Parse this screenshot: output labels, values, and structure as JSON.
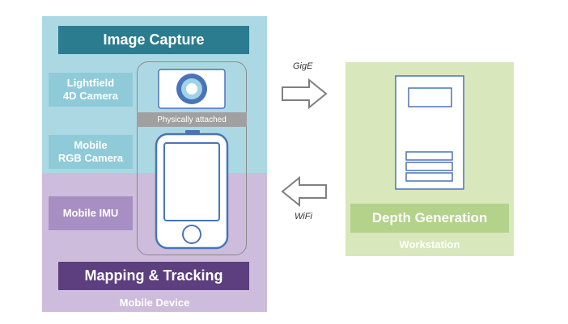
{
  "colors": {
    "capture_bg": "#acd8e4",
    "mapping_bg": "#cdbcdb",
    "capture_title_bg": "#2b7c8e",
    "mapping_title_bg": "#5d3e7e",
    "capture_label_bg": "#8fcad9",
    "mapping_label_bg": "#a88fc3",
    "attached_bg": "#a0a0a0",
    "device_blue": "#4a74b8",
    "camera_fill": "#9fd3e6",
    "screen_fill": "#ffffff",
    "workstation_bg": "#d8e8bc",
    "depth_bar_bg": "#b4d28a",
    "arrow_stroke": "#7f7f7f"
  },
  "left_column": {
    "capture_title": "Image Capture",
    "lightfield_label": "Lightfield\n4D Camera",
    "rgb_label": "Mobile\nRGB Camera",
    "imu_label": "Mobile IMU",
    "attached_label": "Physically attached",
    "mapping_title": "Mapping & Tracking",
    "device_label": "Mobile Device"
  },
  "arrows": {
    "top_label": "GigE",
    "bottom_label": "WiFi"
  },
  "workstation": {
    "depth_title": "Depth Generation",
    "footer_label": "Workstation"
  },
  "icons": {
    "camera": "lightfield-camera-icon",
    "phone": "smartphone-icon",
    "server": "workstation-tower-icon",
    "arrow_right": "arrow-right-icon",
    "arrow_left": "arrow-left-icon"
  }
}
